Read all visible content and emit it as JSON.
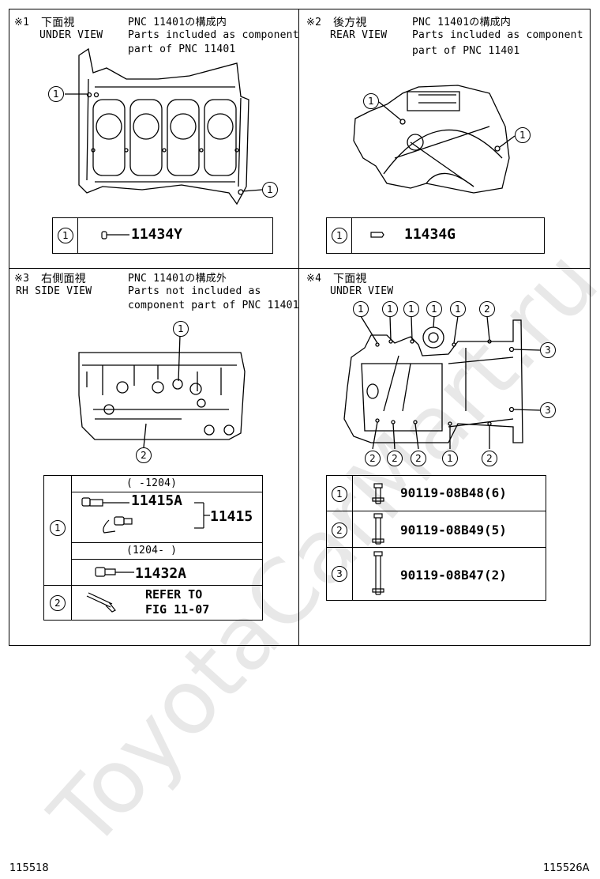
{
  "watermark": "ToyotaCarMart.ru",
  "footer": {
    "left_code": "115518",
    "right_code": "115526A"
  },
  "panels": [
    {
      "marker": "※1",
      "jp_view": "下面視",
      "en_view": "UNDER VIEW",
      "pnc_line1": "PNC 11401の構成内",
      "pnc_line2": "Parts included as component",
      "pnc_line3": "part of PNC 11401",
      "callouts": [
        "1",
        "1"
      ],
      "parts": [
        {
          "num": "1",
          "part": "11434Y"
        }
      ]
    },
    {
      "marker": "※2",
      "jp_view": "後方視",
      "en_view": "REAR VIEW",
      "pnc_line1": "PNC 11401の構成内",
      "pnc_line2": "Parts included as component",
      "pnc_line3": "part of PNC 11401",
      "callouts": [
        "1",
        "1"
      ],
      "parts": [
        {
          "num": "1",
          "part": "11434G"
        }
      ]
    },
    {
      "marker": "※3",
      "jp_view": "右側面視",
      "en_view": "RH SIDE VIEW",
      "pnc_line1": "PNC 11401の構成外",
      "pnc_line2": "Parts not included as",
      "pnc_line3": "component part of PNC 11401",
      "callouts": [
        "1",
        "2"
      ],
      "table": {
        "range1": "(     -1204)",
        "part1": "11415A",
        "group": "11415",
        "range2": "(1204-     )",
        "part2": "11432A",
        "row2_num": "2",
        "row1_num": "1",
        "refer_line1": "REFER TO",
        "refer_line2": "FIG 11-07"
      }
    },
    {
      "marker": "※4",
      "jp_view": "下面視",
      "en_view": "UNDER VIEW",
      "top_callouts": [
        "1",
        "1",
        "1",
        "1",
        "1",
        "2"
      ],
      "right_callouts": [
        "3",
        "3"
      ],
      "bottom_callouts": [
        "2",
        "2",
        "2",
        "1",
        "2"
      ],
      "parts": [
        {
          "num": "1",
          "part": "90119-08B48(6)"
        },
        {
          "num": "2",
          "part": "90119-08B49(5)"
        },
        {
          "num": "3",
          "part": "90119-08B47(2)"
        }
      ]
    }
  ]
}
